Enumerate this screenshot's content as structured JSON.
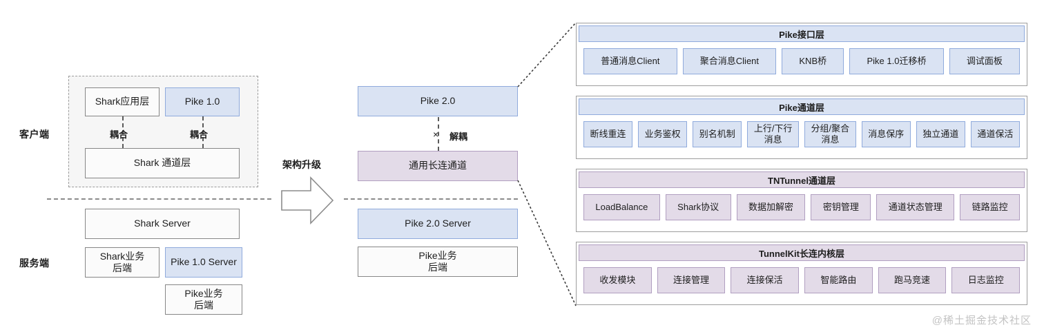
{
  "legacy": {
    "side_labels": {
      "client": "客户端",
      "server": "服务端"
    },
    "client": {
      "app_layer": "Shark应用层",
      "pike1": "Pike 1.0",
      "coupling_left": "耦合",
      "coupling_right": "耦合",
      "channel_layer": "Shark 通道层"
    },
    "server": {
      "shark_server": "Shark Server",
      "shark_business": "Shark业务\n后端",
      "pike1_server": "Pike 1.0 Server",
      "pike_business": "Pike业务\n后端"
    }
  },
  "transition": {
    "label": "架构升级"
  },
  "modern": {
    "pike2": "Pike 2.0",
    "decouple_mark": "×",
    "decouple_label": "解耦",
    "common_channel": "通用长连通道",
    "pike2_server": "Pike 2.0 Server",
    "pike_business": "Pike业务\n后端"
  },
  "layers": [
    {
      "title": "Pike接口层",
      "tone": "blue",
      "items": [
        "普通消息Client",
        "聚合消息Client",
        "KNB桥",
        "Pike 1.0迁移桥",
        "调试面板"
      ]
    },
    {
      "title": "Pike通道层",
      "tone": "blue",
      "items": [
        "断线重连",
        "业务鉴权",
        "别名机制",
        "上行/下行\n消息",
        "分组/聚合\n消息",
        "消息保序",
        "独立通道",
        "通道保活"
      ]
    },
    {
      "title": "TNTunnel通道层",
      "tone": "purple",
      "items": [
        "LoadBalance",
        "Shark协议",
        "数据加解密",
        "密钥管理",
        "通道状态管理",
        "链路监控"
      ]
    },
    {
      "title": "TunnelKit长连内核层",
      "tone": "purple",
      "items": [
        "收发模块",
        "连接管理",
        "连接保活",
        "智能路由",
        "跑马竞速",
        "日志监控"
      ]
    }
  ],
  "watermark": "@稀土掘金技术社区",
  "colors": {
    "blue_fill": "#dae3f3",
    "blue_border": "#8faadc",
    "purple_fill": "#e3dbe8",
    "purple_border": "#b09ec0",
    "neutral_fill": "#f5f5f5",
    "neutral_border": "#868686"
  }
}
